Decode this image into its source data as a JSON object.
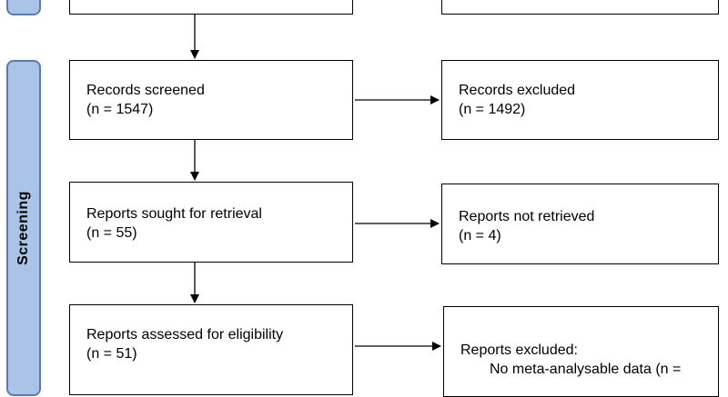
{
  "stage": {
    "screening_label": "Screening"
  },
  "boxes": {
    "screened": {
      "title": "Records screened",
      "count": "(n = 1547)"
    },
    "excluded": {
      "title": "Records excluded",
      "count": "(n = 1492)"
    },
    "sought": {
      "title": "Reports sought for retrieval",
      "count": "(n = 55)"
    },
    "not_retrieved": {
      "title": "Reports not retrieved",
      "count": "(n = 4)"
    },
    "assessed": {
      "title": "Reports assessed for eligibility",
      "count": "(n = 51)"
    },
    "reports_excluded": {
      "title": "Reports excluded:",
      "reason": "No meta-analysable data (n ="
    }
  },
  "colors": {
    "stage_fill": "#a9c4e6",
    "stage_border": "#5b7aa8",
    "line": "#000000"
  }
}
